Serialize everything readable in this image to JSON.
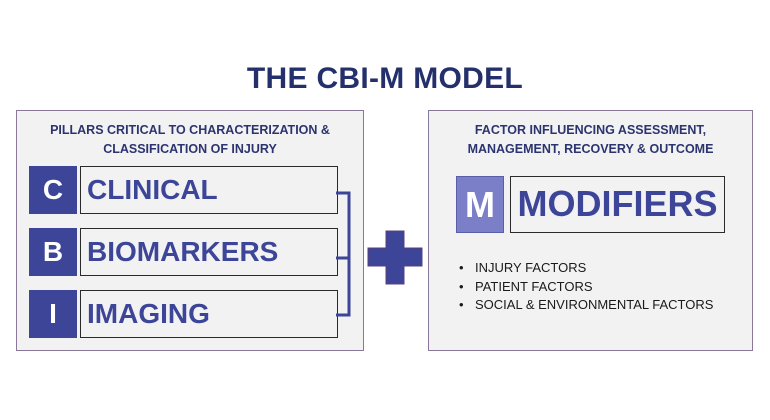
{
  "title": "THE CBI-M MODEL",
  "left_panel": {
    "heading_line1": "PILLARS CRITICAL TO CHARACTERIZATION &",
    "heading_line2": "CLASSIFICATION OF INJURY",
    "pillars": [
      {
        "letter": "C",
        "label": "CLINICAL"
      },
      {
        "letter": "B",
        "label": "BIOMARKERS"
      },
      {
        "letter": "I",
        "label": "IMAGING"
      }
    ]
  },
  "connector": {
    "symbol": "plus-icon"
  },
  "right_panel": {
    "heading_line1": "FACTOR INFLUENCING ASSESSMENT,",
    "heading_line2": "MANAGEMENT, RECOVERY & OUTCOME",
    "modifier": {
      "letter": "M",
      "label": "MODIFIERS"
    },
    "bullet_glyph": "•",
    "factors": [
      "INJURY FACTORS",
      "PATIENT FACTORS",
      "SOCIAL & ENVIRONMENTAL FACTORS"
    ]
  },
  "colors": {
    "primary": "#3c4598",
    "title": "#24306b",
    "modifier_box": "#7b7fc8",
    "panel_bg": "#f2f2f2",
    "panel_border": "#8a7898"
  }
}
